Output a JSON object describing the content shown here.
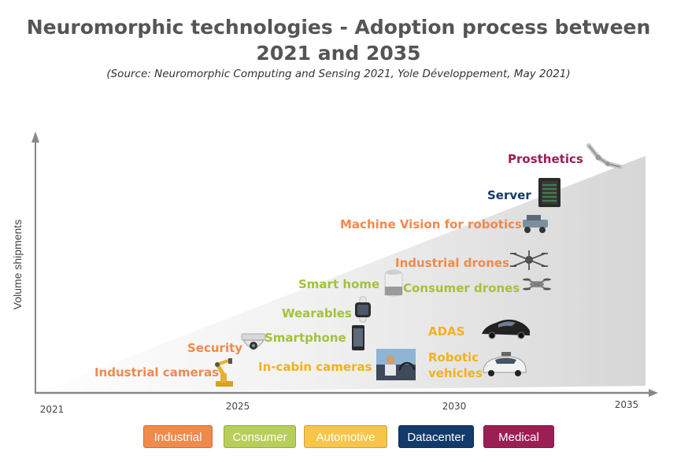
{
  "header": {
    "title": "Neuromorphic technologies - Adoption process between 2021 and 2035",
    "subtitle": "(Source: Neuromorphic Computing and Sensing 2021, Yole Développement, May 2021)"
  },
  "colors": {
    "industrial": "#f08a4b",
    "consumer": "#b7cf59",
    "automotive": "#f7c549",
    "datacenter": "#123a6b",
    "medical": "#9b1f54",
    "label_consumer": "#a3c23a",
    "label_automotive": "#f2b21c"
  },
  "chart_data": {
    "type": "diagram",
    "ylabel": "Volume shipments",
    "x_ticks": [
      "2021",
      "2025",
      "2030",
      "2035"
    ],
    "applications": [
      {
        "label": "Industrial cameras",
        "segment": "industrial",
        "icon": "robot-arm-icon"
      },
      {
        "label": "Security",
        "segment": "industrial",
        "icon": "security-camera-icon"
      },
      {
        "label": "Smartphone",
        "segment": "consumer",
        "icon": "smartphone-icon"
      },
      {
        "label": "In-cabin cameras",
        "segment": "automotive",
        "icon": "car-interior-icon"
      },
      {
        "label": "Wearables",
        "segment": "consumer",
        "icon": "smartwatch-icon"
      },
      {
        "label": "Smart home",
        "segment": "consumer",
        "icon": "smart-speaker-icon"
      },
      {
        "label": "Consumer drones",
        "segment": "consumer",
        "icon": "consumer-drone-icon"
      },
      {
        "label": "Industrial drones",
        "segment": "industrial",
        "icon": "industrial-drone-icon"
      },
      {
        "label": "ADAS",
        "segment": "automotive",
        "icon": "sports-car-icon"
      },
      {
        "label": "Robotic vehicles",
        "segment": "automotive",
        "icon": "robotic-car-icon"
      },
      {
        "label": "Machine Vision for robotics",
        "segment": "industrial",
        "icon": "robot-vehicle-icon"
      },
      {
        "label": "Server",
        "segment": "datacenter",
        "icon": "server-rack-icon"
      },
      {
        "label": "Prosthetics",
        "segment": "medical",
        "icon": "prosthetic-arm-icon"
      }
    ]
  },
  "legend": {
    "items": [
      {
        "label": "Industrial",
        "color": "#f08a4b"
      },
      {
        "label": "Consumer",
        "color": "#b7cf59"
      },
      {
        "label": "Automotive",
        "color": "#f7c549"
      },
      {
        "label": "Datacenter",
        "color": "#123a6b"
      },
      {
        "label": "Medical",
        "color": "#9b1f54"
      }
    ]
  }
}
